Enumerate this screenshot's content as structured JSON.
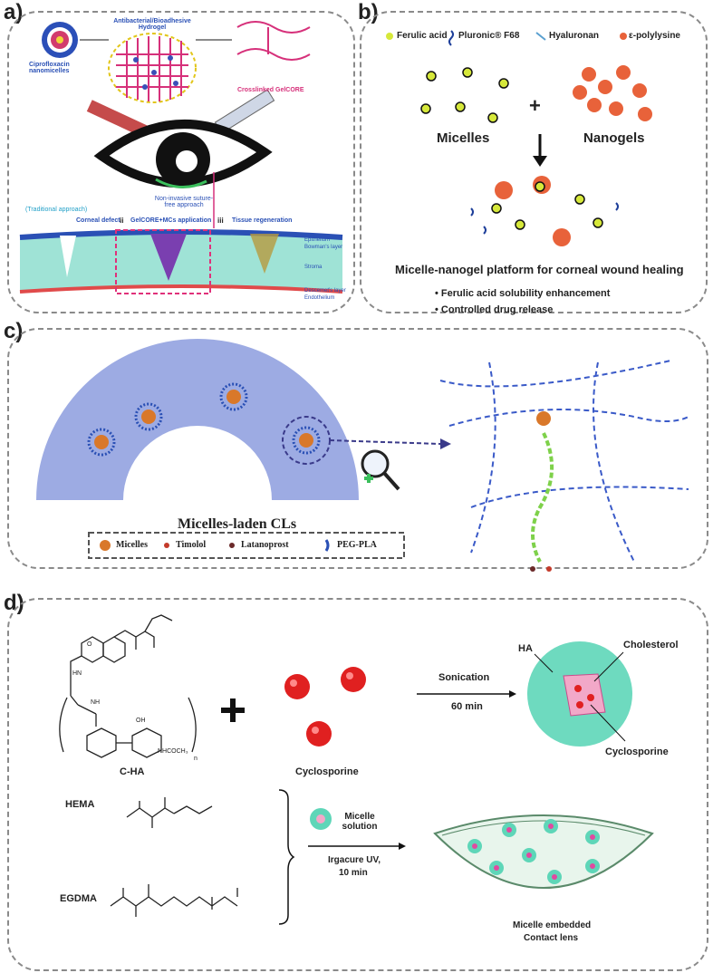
{
  "panels": {
    "a": "a)",
    "b": "b)",
    "c": "c)",
    "d": "d)"
  },
  "a": {
    "hydrogel": "Antibacterial/Bioadhesive Hydrogel",
    "nanomicelles": "Ciprofloxacin nanomicelles",
    "gelcore": "Crosslinked GelCORE",
    "traditional": "(Traditional approach)",
    "defect": "Corneal defect",
    "noninvasive": "Non-invasive suture-free approach",
    "step_ii": "ii",
    "application": "GelCORE+MCs application",
    "step_iii": "iii",
    "regeneration": "Tissue regeneration",
    "epithelium": "Epithelium",
    "bowman": "Bowman's layer",
    "stroma": "Stroma",
    "descemet": "Descemet's layer",
    "endothelium": "Endothelium"
  },
  "b": {
    "legend": [
      "Ferulic acid",
      "Pluronic® F68",
      "Hyaluronan",
      "ε-polylysine"
    ],
    "micelles": "Micelles",
    "plus": "+",
    "nanogels": "Nanogels",
    "platform": "Micelle-nanogel platform for corneal wound healing",
    "bullets": [
      "Ferulic acid solubility enhancement",
      "Controlled drug release"
    ]
  },
  "c": {
    "title": "Micelles-laden CLs",
    "legend": [
      "Micelles",
      "Timolol",
      "Latanoprost",
      "PEG-PLA"
    ]
  },
  "d": {
    "plus": "+",
    "cha": "C-HA",
    "cyclosporine": "Cyclosporine",
    "sonication": "Sonication",
    "time1": "60 min",
    "ha": "HA",
    "cholesterol": "Cholesterol",
    "cyclosporine2": "Cyclosporine",
    "hema": "HEMA",
    "egdma": "EGDMA",
    "micelle_sol": "Micelle solution",
    "irgacure": "Irgacure UV,",
    "time2": "10 min",
    "embedded": "Micelle embedded",
    "lens": "Contact lens",
    "chem_nh": "NH",
    "chem_o": "O",
    "chem_oh": "OH",
    "chem_hn": "HN",
    "chem_nhcoch3": "NHCOCH₃",
    "chem_n": "n"
  },
  "colors": {
    "cornea": "#9fe3d6",
    "lens_blue": "#9dabe3",
    "micelle_glow": "#5ed6b8",
    "red": "#e02020",
    "nano_orange": "#e8623a",
    "ferulic": "#d6e83a"
  }
}
